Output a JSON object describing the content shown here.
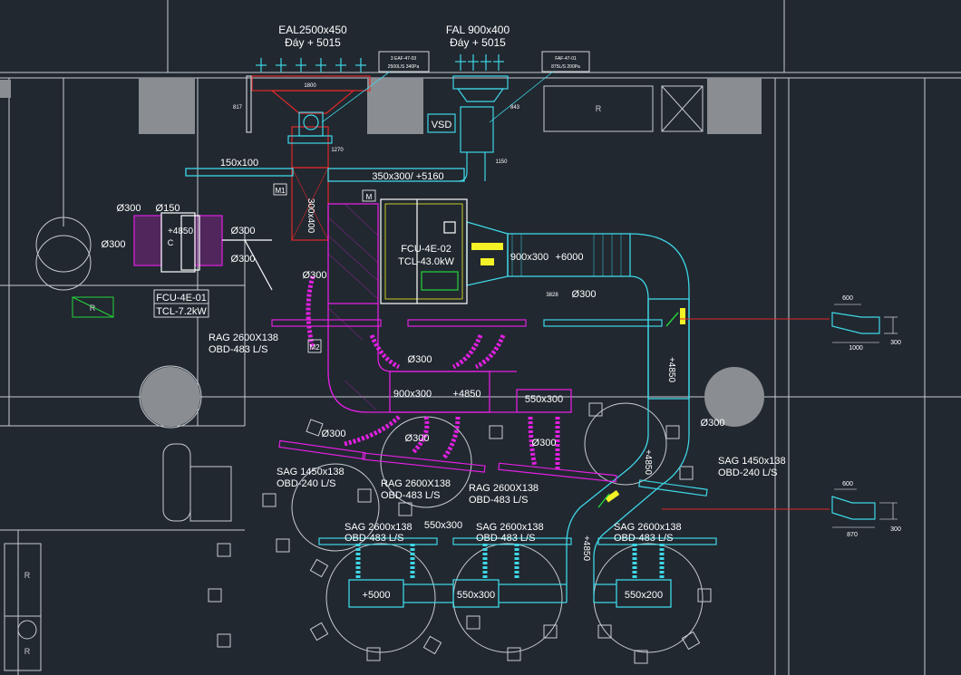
{
  "colors": {
    "background": "#212830",
    "walls": "#c7ccd1",
    "cyan": "#3fd6e6",
    "magenta": "#e020e0",
    "red": "#e02828",
    "white": "#ffffff",
    "yellow": "#f2f226",
    "green": "#27d43b",
    "grey_block": "#8a8e92"
  },
  "exhaust": {
    "title": "EAL2500x450",
    "elevation": "Đáy + 5015",
    "width_dim": "1800",
    "height_dim": "817",
    "tag_line1": "3 EAF-47-03",
    "tag_line2": "2500L/S 340Pa"
  },
  "fresh_air": {
    "title": "FAL 900x400",
    "elevation": "Đáy + 5015",
    "tag_line1": "FAF-47-01",
    "tag_line2": "875L/S 200Pa",
    "height_dim": "843",
    "width_dim": "1150",
    "vsd_label": "VSD"
  },
  "ducts": {
    "branch_150x100": "150x100",
    "main_350x300": "350x300/ +5160",
    "drop_300x400": "300x400",
    "dim_1270": "1270",
    "supply_900x300": "900x300",
    "supply_elev_6000": "+6000",
    "dim_3828": "3828",
    "diam_300_mid": "Ø300",
    "riser_4850": "+4850",
    "riser_4850_lower": "+4850",
    "riser_4850_bottom": "+4850",
    "return_900x300": "900x300",
    "return_elev": "+4850",
    "return_550x300": "550x300",
    "bottom_box_5000": "+5000",
    "bottom_box_550x300": "550x300",
    "bottom_box_550x200": "550x200",
    "label_550x300_mid": "550x300"
  },
  "fcu_left": {
    "name": "FCU-4E-01",
    "capacity": "TCL-7.2kW",
    "elev": "+4850",
    "d1": "Ø300",
    "d2": "Ø150",
    "d3": "Ø300",
    "d4": "Ø300",
    "d5": "Ø300"
  },
  "fcu_right": {
    "name": "FCU-4E-02",
    "capacity": "TCL-43.0kW"
  },
  "labels": {
    "m1": "M1",
    "m2": "M2",
    "m_small": "M",
    "d300_a": "Ø300",
    "d300_b": "Ø300",
    "d300_c": "Ø300",
    "d300_d": "Ø300",
    "d300_e": "Ø300",
    "d300_f": "Ø300",
    "rag_left_1": "RAG 2600X138",
    "rag_left_2": "OBD-483 L/S",
    "sag_1450_l1": "SAG 1450x138",
    "sag_1450_l2": "OBD-240 L/S",
    "rag_mid_1": "RAG 2600X138",
    "rag_mid_2": "OBD-483 L/S",
    "rag_mid2_1": "RAG 2600X138",
    "rag_mid2_2": "OBD-483 L/S",
    "sag_right_1": "SAG 1450x138",
    "sag_right_2": "OBD-240 L/S",
    "sag_b1_1": "SAG 2600x138",
    "sag_b1_2": "OBD-483 L/S",
    "sag_b2_1": "SAG 2600x138",
    "sag_b2_2": "OBD-483 L/S",
    "sag_b3_1": "SAG 2600x138",
    "sag_b3_2": "OBD-483 L/S",
    "room_r1": "R",
    "room_r2": "R",
    "room_r3": "R",
    "room_r4": "R",
    "room_c": "C"
  },
  "details": {
    "top_w": "600",
    "top_h": "300",
    "top_len": "1000",
    "bot_w": "600",
    "bot_h": "300",
    "bot_len": "870"
  }
}
